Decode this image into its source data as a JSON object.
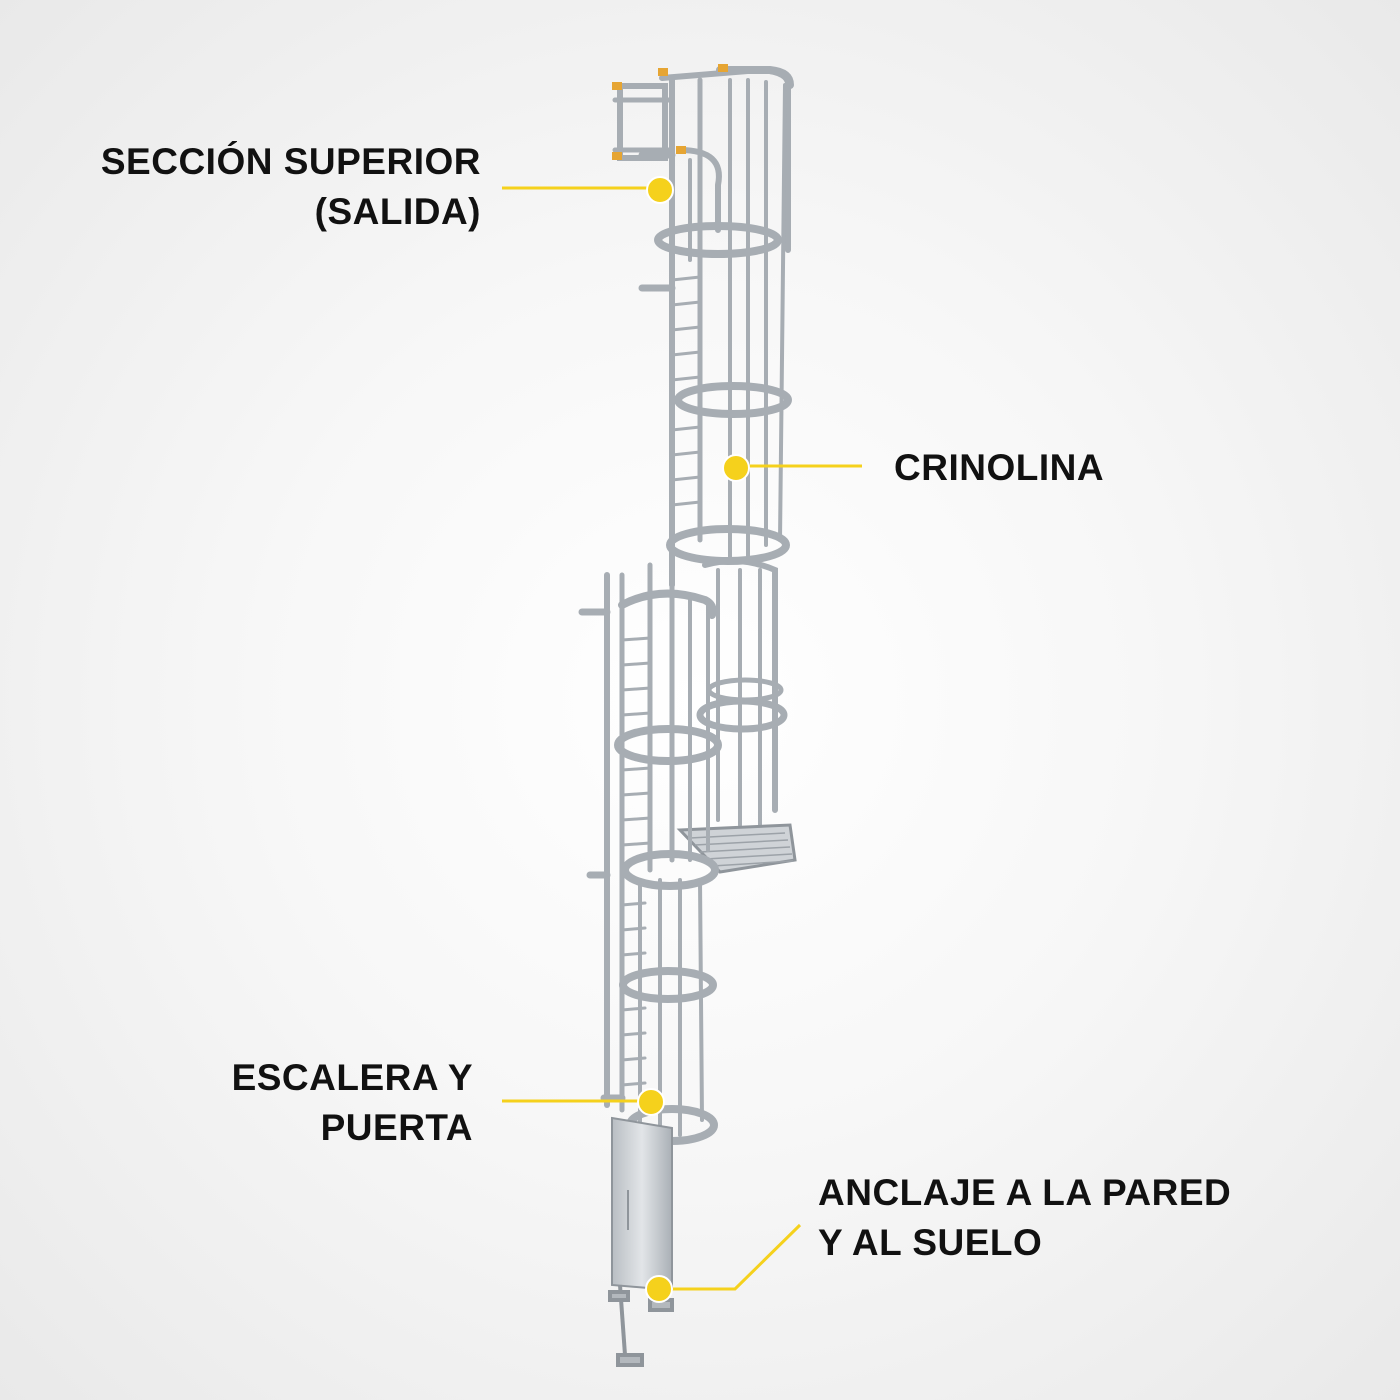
{
  "colors": {
    "accent": "#f5d11c",
    "text": "#111111",
    "metal": "#c9cdd1",
    "metal_dark": "#9aa0a6",
    "tips": "#e6a533"
  },
  "callouts": {
    "top_section": {
      "line1": "SECCIÓN SUPERIOR",
      "line2": "(SALIDA)"
    },
    "cage": {
      "line1": "CRINOLINA"
    },
    "ladder_door": {
      "line1": "ESCALERA Y",
      "line2": "PUERTA"
    },
    "anchoring": {
      "line1": "ANCLAJE A LA PARED",
      "line2": "Y AL SUELO"
    }
  }
}
